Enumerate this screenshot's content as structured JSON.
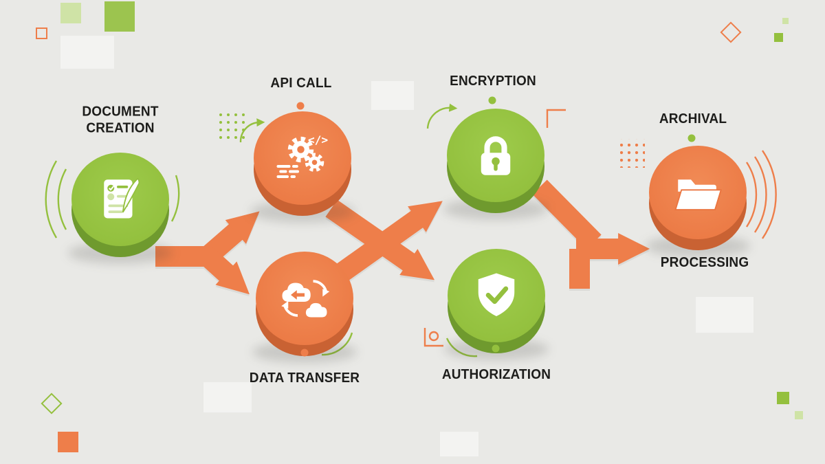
{
  "diagram": {
    "steps": [
      {
        "id": "document-creation",
        "label": "DOCUMENT\nCREATION",
        "node_color": "green",
        "icon": "document-quill-icon"
      },
      {
        "id": "api-call",
        "label": "API CALL",
        "node_color": "orange",
        "icon": "gears-code-icon"
      },
      {
        "id": "data-transfer",
        "label": "DATA TRANSFER",
        "node_color": "orange",
        "icon": "cloud-sync-icon"
      },
      {
        "id": "encryption",
        "label": "ENCRYPTION",
        "node_color": "green",
        "icon": "padlock-icon"
      },
      {
        "id": "authorization",
        "label": "AUTHORIZATION",
        "node_color": "green",
        "icon": "shield-check-icon"
      },
      {
        "id": "archival",
        "label": "ARCHIVAL",
        "node_color": "orange",
        "icon": "open-folder-icon"
      },
      {
        "id": "processing",
        "label": "PROCESSING",
        "node_color": "none",
        "icon": "none"
      }
    ],
    "icon_code_text": "</>",
    "colors": {
      "background": "#e9e9e6",
      "green": "#94c03e",
      "green_dark": "#6f9a2e",
      "orange": "#ee7e4a",
      "orange_dark": "#c96233",
      "text": "#1d1d1b"
    }
  }
}
